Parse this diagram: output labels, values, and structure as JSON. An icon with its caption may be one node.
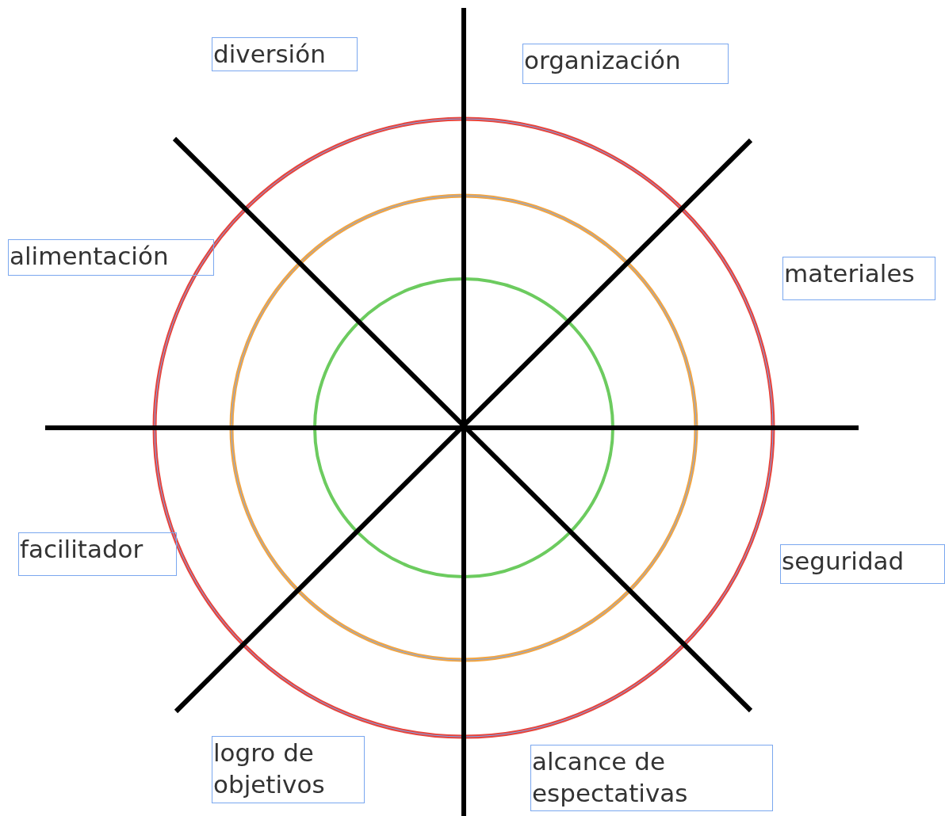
{
  "diagram": {
    "nodes": [
      {
        "text": [
          "diversión"
        ]
      },
      {
        "text": [
          "organización"
        ]
      },
      {
        "text": [
          "alimentación"
        ]
      },
      {
        "text": [
          "materiales"
        ]
      },
      {
        "text": [
          "facilitador"
        ]
      },
      {
        "text": [
          "seguridad"
        ]
      },
      {
        "text": [
          "logro de objetivos"
        ]
      },
      {
        "text": [
          "alcance de espectativas"
        ]
      }
    ]
  }
}
